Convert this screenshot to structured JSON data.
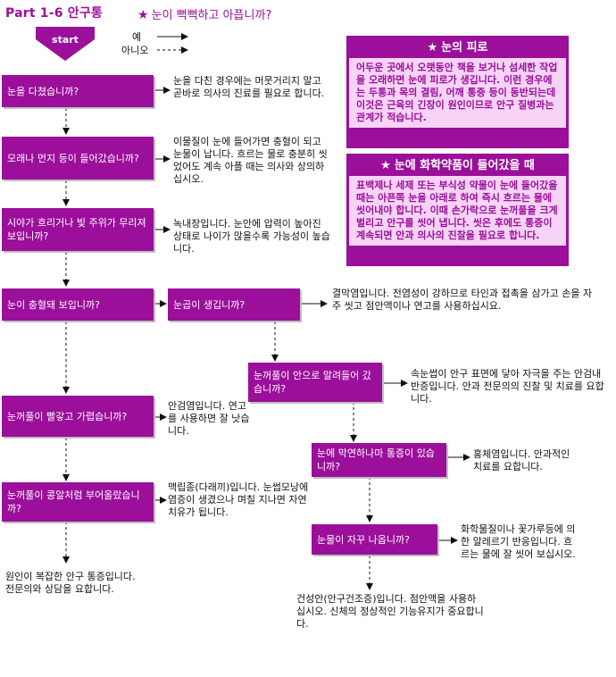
{
  "header": {
    "part": "Part 1-6 안구통",
    "subtitle": "눈이 뻑뻑하고 아픕니까?"
  },
  "start_label": "start",
  "legend": {
    "yes": "예",
    "no": "아니오"
  },
  "questions": [
    {
      "id": "q1",
      "text": "눈을 다쳤습니까?"
    },
    {
      "id": "q2",
      "text": "모래나 먼지 등이 들어갔습니까?"
    },
    {
      "id": "q3",
      "text": "시야가 흐리거나 빛 주위가 무리져 보입니까?"
    },
    {
      "id": "q4",
      "text": "눈이 충혈돼 보입니까?"
    },
    {
      "id": "q5",
      "text": "눈곱이 생깁니까?"
    },
    {
      "id": "q6",
      "text": "눈꺼풀이 안으로 말려들어 갔습니까?"
    },
    {
      "id": "q7",
      "text": "눈꺼풀이 빨갛고 가렵습니까?"
    },
    {
      "id": "q8",
      "text": "눈에 막연하나마 통증이 있습니까?"
    },
    {
      "id": "q9",
      "text": "눈꺼풀이 콩알처럼 부어올랐습니까?"
    },
    {
      "id": "q10",
      "text": "눈물이 자꾸 나옵니까?"
    }
  ],
  "answers": [
    {
      "id": "a1",
      "text": "눈을 다친 경우에는 머뭇거리지 말고 곧바로 의사의 진료를 필요로 합니다."
    },
    {
      "id": "a2",
      "text": "이물질이 눈에 들어가면 충혈이 되고 눈물이 납니다. 흐르는 물로 충분히 씻었어도 계속 아플 때는 의사와 상의하십시오."
    },
    {
      "id": "a3",
      "text": "녹내장입니다. 눈안에 압력이 높아진 상태로 나이가 많을수록 가능성이 높습니다."
    },
    {
      "id": "a5",
      "text": "결막염입니다. 전염성이 강하므로 타인과 접촉을 삼가고 손을 자주 씻고 점안액이나 연고를 사용하십시요."
    },
    {
      "id": "a6",
      "text": "속눈썹이 안구 표면에 닿아 자극을 주는 안검내반증입니다. 안과 전문의의 진찰 및 치료를 요합니다."
    },
    {
      "id": "a7",
      "text": "안검염입니다. 연고를 사용하면 잘 낫습니다."
    },
    {
      "id": "a8",
      "text": "홍체염입니다. 안과적인 치료를 요합니다."
    },
    {
      "id": "a9",
      "text": "맥립종(다래끼)입니다. 눈썹모낭에 염증이 생겼으나 며칠 지나면 자연 치유가 됩니다."
    },
    {
      "id": "a10",
      "text": "화학물질이나 꽃가루등에 의한 알레르기 반응입니다. 흐르는 물에 잘 씻어 보십시오."
    },
    {
      "id": "a_end_left",
      "text": "원인이 복잡한 안구 통증입니다.전문의와 상담을 요합니다."
    },
    {
      "id": "a_end_right",
      "text": "건성안(안구건조증)입니다. 점안액을 사용하십시오. 신체의 정상적인 기능유지가 중요합니다."
    }
  ],
  "info_boxes": [
    {
      "title": "눈의 피로",
      "body": "어두운 곳에서 오랫동안 책을 보거나 섬세한 작업을 오래하면 눈에 피로가 생깁니다. 이런 경우에는 두통과 목의 결림, 어깨 통증 등이 동반되는데 이것은 근육의 긴장이 원인이므로 안구 질병과는 관계가 적습니다."
    },
    {
      "title": "눈에 화학약품이 들어갔을 때",
      "body": "표백제나 세제 또는 부식성 약물이 눈에 들어갔을 때는 아픈쪽 눈을 아래로 하여 즉시 흐르는 물에 씻어내야 합니다. 이때 손가락으로 눈꺼풀을 크게 벌리고 안구를 씻어 냅니다. 씻은 후에도 통증이 계속되면 안과 의사의 진찰을 필요로 합니다."
    }
  ],
  "colors": {
    "accent": "#9b0f9b",
    "info_bg": "#f7d4f7"
  }
}
